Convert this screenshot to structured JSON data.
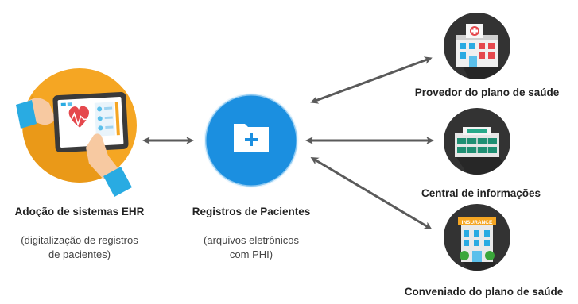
{
  "nodes": {
    "ehr": {
      "title": "Adoção de sistemas EHR",
      "subtitle_line1": "(digitalização de registros",
      "subtitle_line2": "de pacientes)"
    },
    "records": {
      "title": "Registros de Pacientes",
      "subtitle_line1": "(arquivos eletrônicos",
      "subtitle_line2": "com PHI)"
    },
    "provider": {
      "title": "Provedor do plano de saúde"
    },
    "exchange": {
      "title": "Central de informações"
    },
    "insurer": {
      "title": "Conveniado do plano de saúde",
      "sign_text": "INSURANCE"
    }
  },
  "colors": {
    "arrow": "#5a5a5a",
    "ehr_circle": "#f5a623",
    "records_circle": "#1b8fe0",
    "dark_circle": "#333333",
    "accent_blue": "#29abe2",
    "heart_red": "#e5484d"
  }
}
